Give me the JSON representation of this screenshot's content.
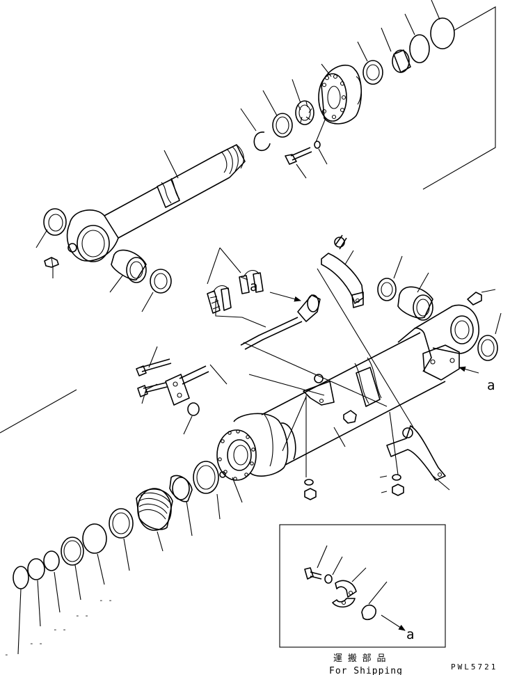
{
  "callouts": {
    "a_top": "a",
    "a_right": "a",
    "a_box": "a"
  },
  "shipping_box": {
    "caption_jp": "運 搬 部 品",
    "caption_en": "For Shipping"
  },
  "drawing_code": "PWL5721",
  "bottom_marks": {
    "mark1": "-",
    "mark2": "- -",
    "mark3": "-  -",
    "mark4": "-  -",
    "mark5": "-  -"
  },
  "icons": [
    "arrow-icon"
  ]
}
